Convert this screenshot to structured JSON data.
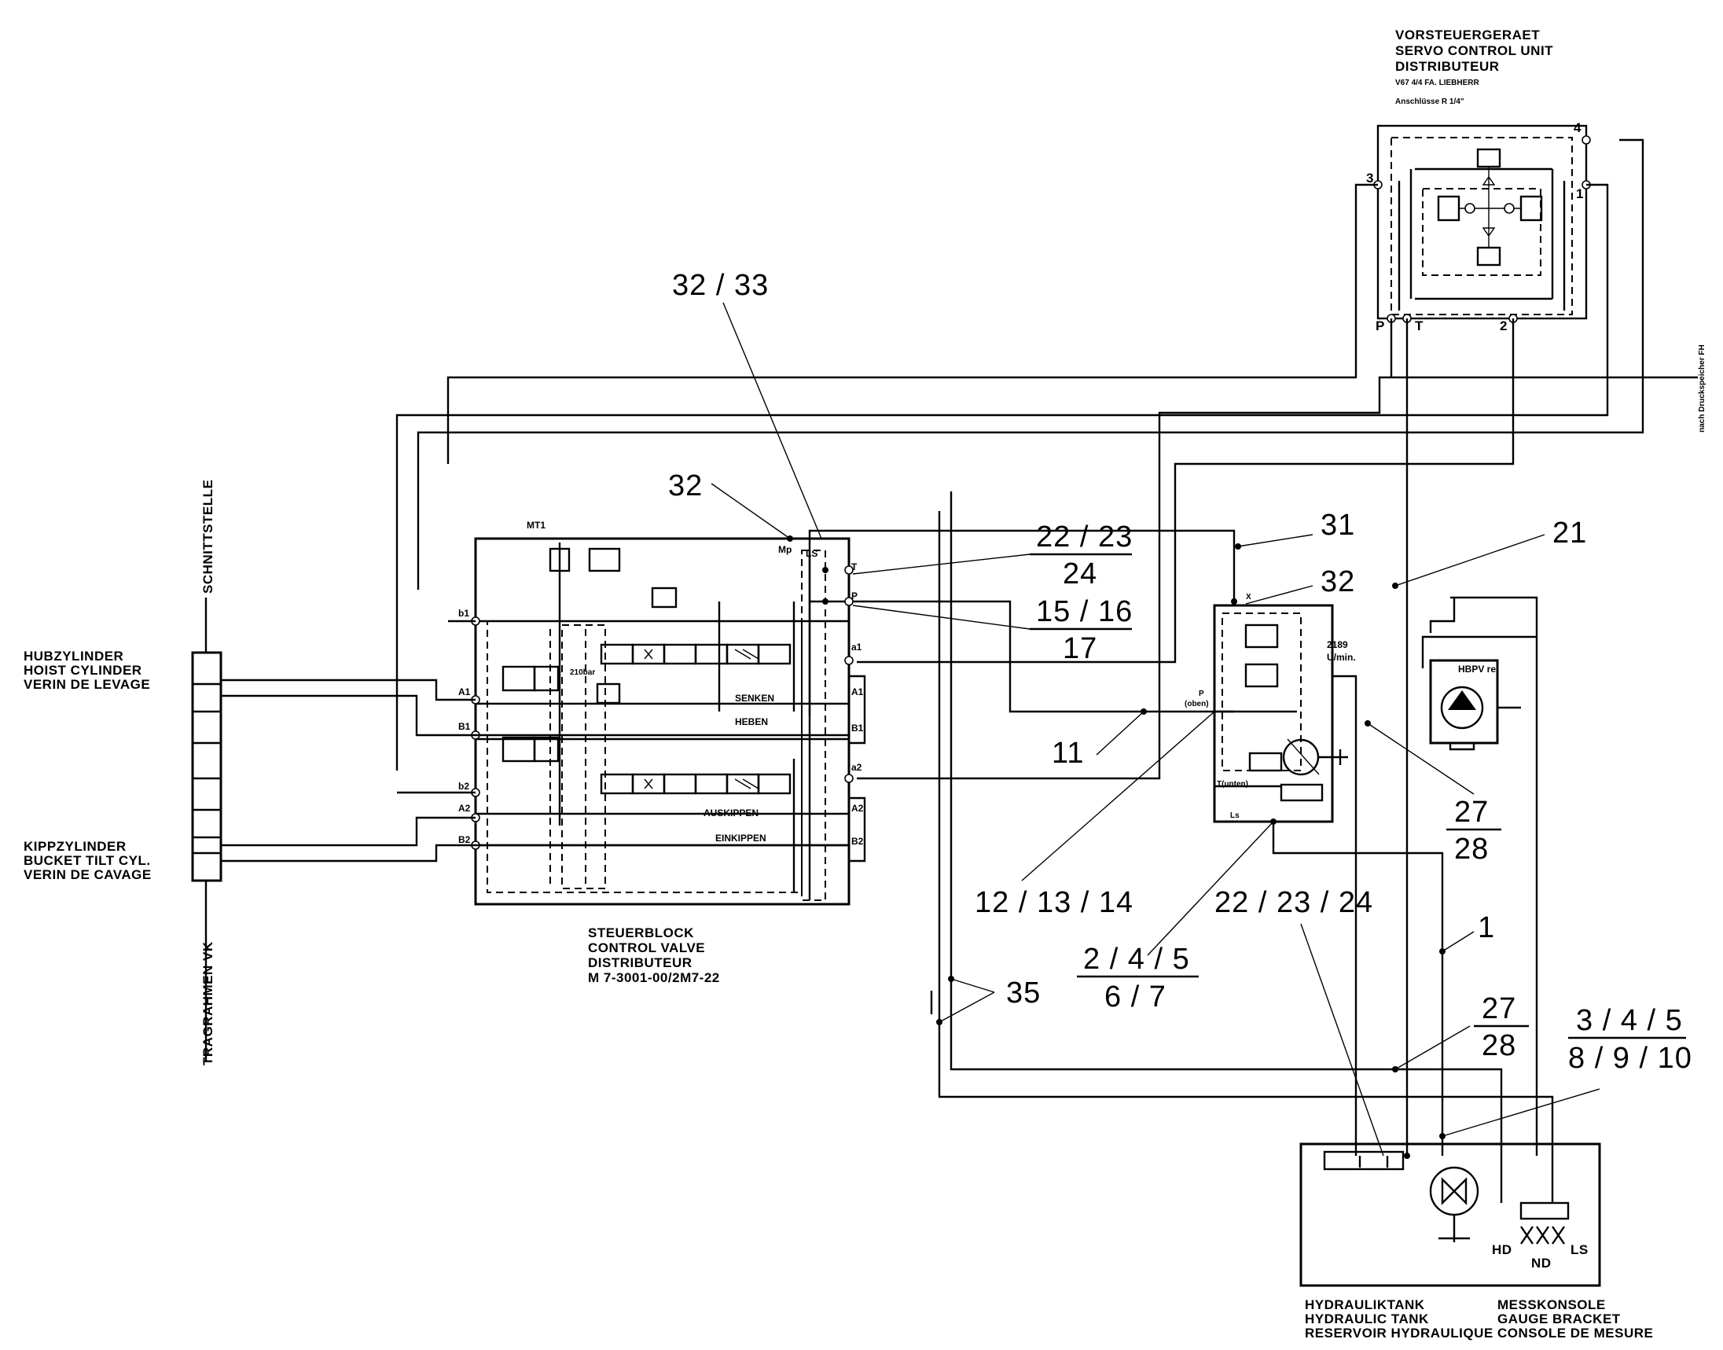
{
  "servo_unit": {
    "title_de": "VORSTEUERGERAET",
    "title_en": "SERVO CONTROL UNIT",
    "title_fr": "DISTRIBUTEUR",
    "model": "V67 4/4  FA. LIEBHERR",
    "ports_note": "Anschlüsse R 1/4\"",
    "port_1": "1",
    "port_2": "2",
    "port_3": "3",
    "port_4": "4",
    "port_p": "P",
    "port_t": "T"
  },
  "side_note": "nach Druckspeicher FH",
  "interface": {
    "top_label": "SCHNITTSTELLE",
    "bottom_label": "TRAGRAHMEN VK"
  },
  "hoist_cylinder": {
    "de": "HUBZYLINDER",
    "en": "HOIST CYLINDER",
    "fr": "VERIN DE LEVAGE"
  },
  "tilt_cylinder": {
    "de": "KIPPZYLINDER",
    "en": "BUCKET TILT CYL.",
    "fr": "VERIN DE CAVAGE"
  },
  "control_valve": {
    "de": "STEUERBLOCK",
    "en": "CONTROL VALVE",
    "fr": "DISTRIBUTEUR",
    "part": "M     7-3001-00/2M7-22",
    "mt1": "MT1",
    "mp": "Mp",
    "ls": "LS",
    "t": "T",
    "p": "P",
    "b1": "b1",
    "a1": "A1",
    "b1u": "B1",
    "b2": "b2",
    "a2": "A2",
    "b2u": "B2",
    "ra1": "a1",
    "rA1": "A1",
    "rB1": "B1",
    "ra2": "a2",
    "rA2": "A2",
    "rB2": "B2",
    "senken": "SENKEN",
    "heben": "HEBEN",
    "auskippen": "AUSKIPPEN",
    "einkippen": "EINKIPPEN",
    "bar_note": "210bar"
  },
  "pump": {
    "speed": "2189",
    "speed_unit": "U/min.",
    "p_top": "P",
    "p_top_note": "(oben)",
    "t_bottom": "T(unten)",
    "x": "X",
    "ls": "Ls"
  },
  "brake_valve": {
    "label": "HBPV re."
  },
  "tank": {
    "de": "HYDRAULIKTANK",
    "en": "HYDRAULIC TANK",
    "fr": "RESERVOIR HYDRAULIQUE"
  },
  "gauge": {
    "de": "MESSKONSOLE",
    "en": "GAUGE BRACKET",
    "fr": "CONSOLE DE MESURE",
    "hd": "HD",
    "nd": "ND",
    "ls": "LS"
  },
  "callouts": {
    "c_32_33": "32 / 33",
    "c_32a": "32",
    "c_31": "31",
    "c_32b": "32",
    "c_22_23_24_num": "22 / 23",
    "c_22_23_24_den": "24",
    "c_15_16_17_num": "15 / 16",
    "c_15_16_17_den": "17",
    "c_21": "21",
    "c_11": "11",
    "c_27_28a_num": "27",
    "c_27_28a_den": "28",
    "c_12_13_14": "12 / 13 / 14",
    "c_22_23_24b": "22 / 23 / 24",
    "c_2457_num": "2 / 4 / 5",
    "c_2457_den": "6 / 7",
    "c_1": "1",
    "c_35": "35",
    "c_27_28b_num": "27",
    "c_27_28b_den": "28",
    "c_345_num": "3 / 4 / 5",
    "c_345_den": "8 / 9 / 10"
  }
}
